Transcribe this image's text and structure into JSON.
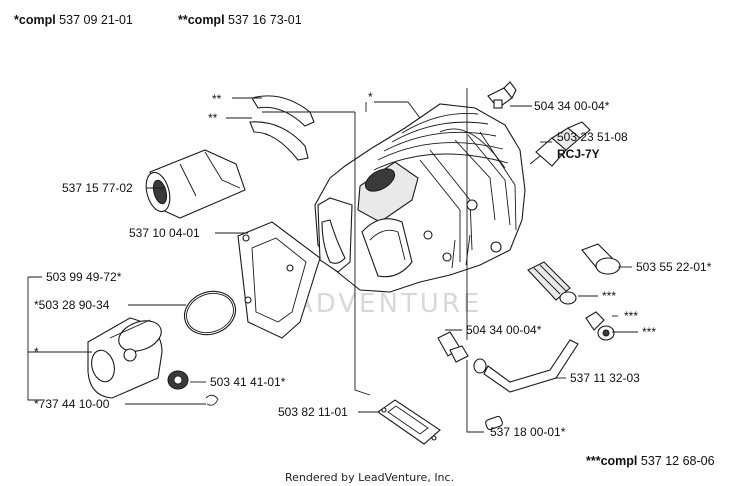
{
  "header": {
    "left_prefix": "*compl",
    "left_number": "537 09 21-01",
    "right_prefix": "**compl",
    "right_number": "537 16 73-01"
  },
  "callouts": {
    "star_top": "*",
    "dstar_1": "**",
    "dstar_2": "**",
    "p_504_34_00_04_top": "504 34 00-04*",
    "p_503_23_51_08": "503 23 51-08",
    "p_rcj7y": "RCJ-7Y",
    "p_537_15_77_02": "537 15 77-02",
    "p_537_10_04_01": "537 10 04-01",
    "p_503_55_22_01": "503 55 22-01*",
    "p_503_99_49_72": "503 99 49-72*",
    "tstar_1": "***",
    "p_503_28_90_34": "*503 28 90-34",
    "p_504_34_00_04_mid": "504 34 00-04*",
    "tstar_2": "***",
    "tstar_3": "***",
    "star_left": "*",
    "p_537_11_32_03": "537 11 32-03",
    "p_503_41_41_01": "503 41 41-01*",
    "p_737_44_10_00": "*737 44 10-00",
    "p_503_82_11_01": "503 82 11-01",
    "p_537_18_00_01": "537 18 00-01*"
  },
  "footer": {
    "right_prefix": "***compl",
    "right_number": "537 12 68-06",
    "rendered_by": "Rendered by LeadVenture, Inc."
  },
  "watermark": "LEADVENTURE"
}
